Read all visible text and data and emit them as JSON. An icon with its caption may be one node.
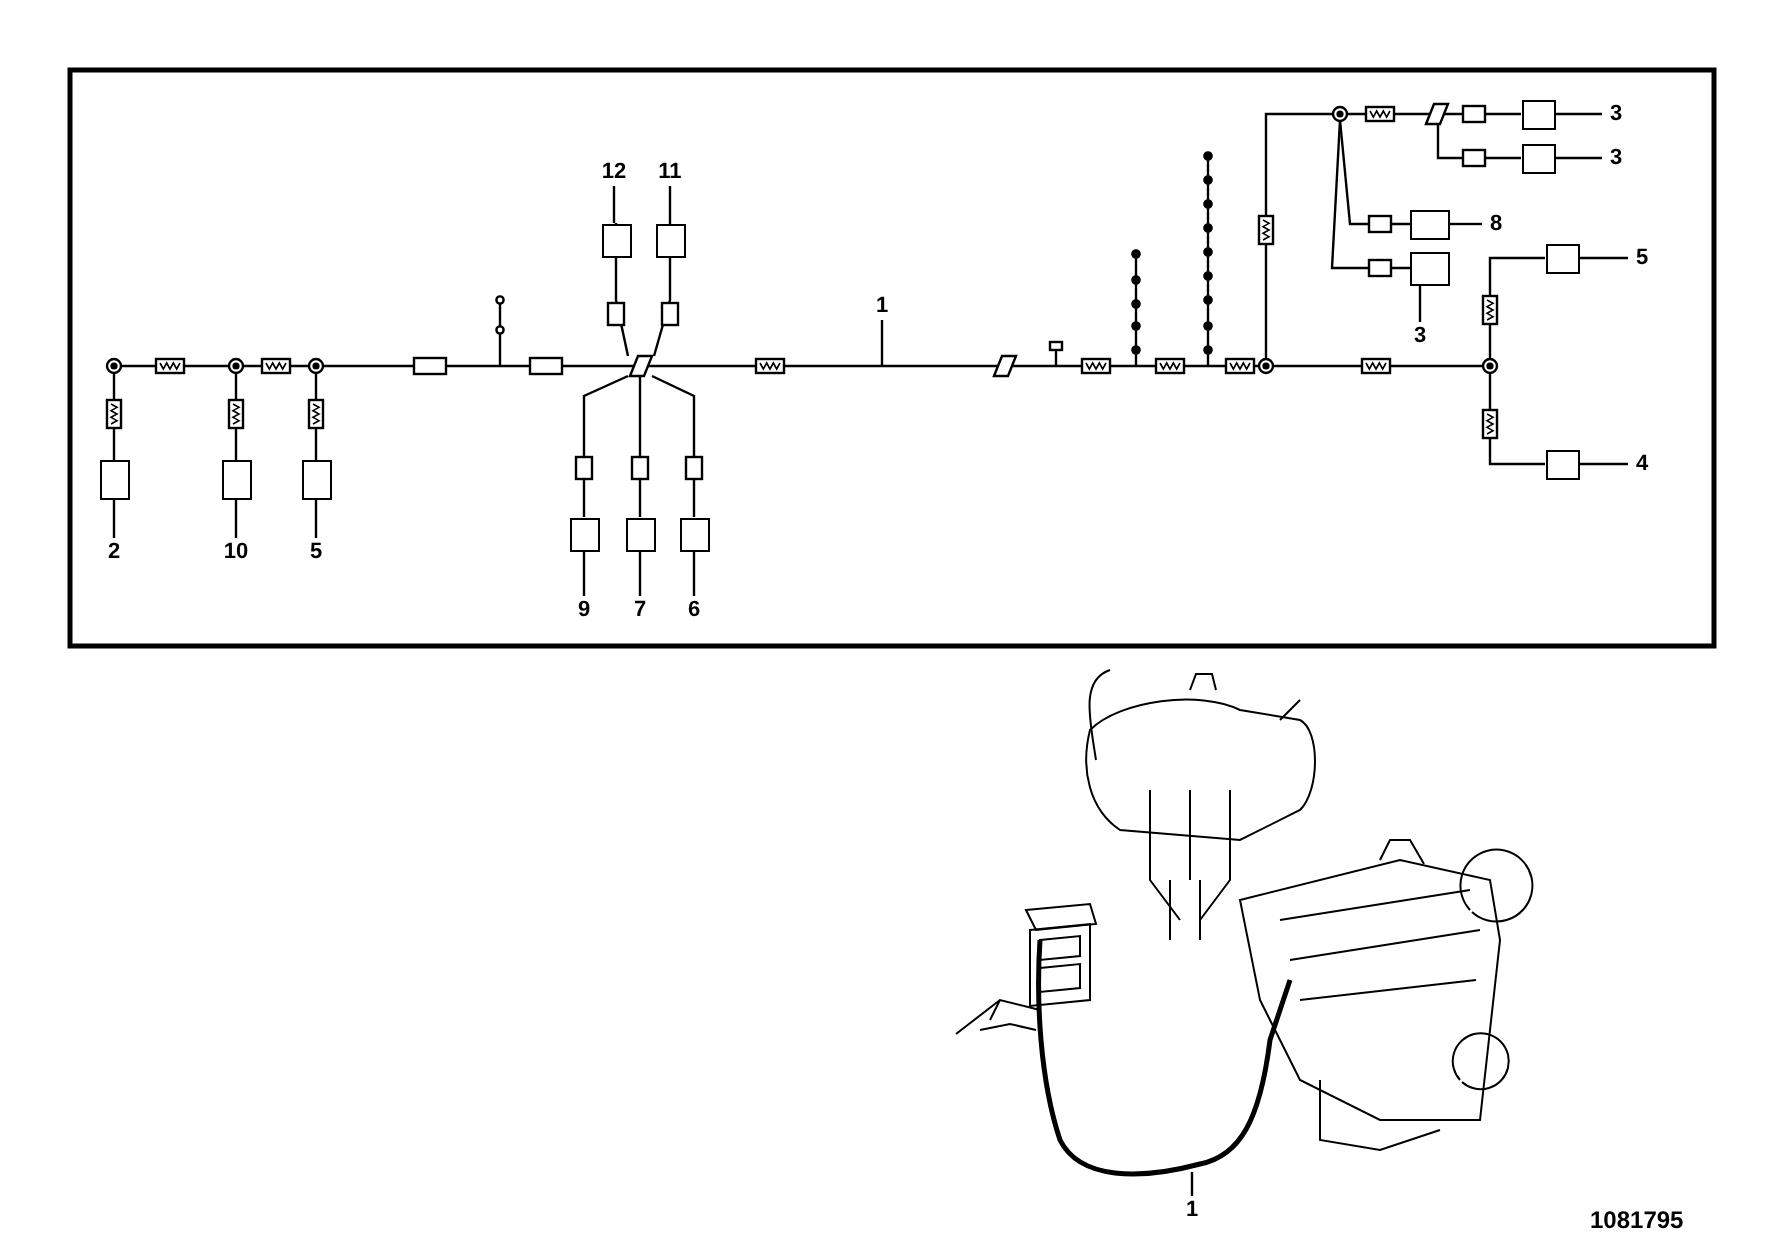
{
  "diagram": {
    "nodes": [
      {
        "text": [
          "3"
        ]
      },
      {
        "text": [
          "3"
        ]
      },
      {
        "text": [
          "12"
        ]
      },
      {
        "text": [
          "11"
        ]
      },
      {
        "text": [
          "8"
        ]
      },
      {
        "text": [
          "5"
        ]
      },
      {
        "text": [
          "1"
        ]
      },
      {
        "text": [
          "3"
        ]
      },
      {
        "text": [
          "4"
        ]
      },
      {
        "text": [
          "2"
        ]
      },
      {
        "text": [
          "10"
        ]
      },
      {
        "text": [
          "5"
        ]
      },
      {
        "text": [
          "9"
        ]
      },
      {
        "text": [
          "7"
        ]
      },
      {
        "text": [
          "6"
        ]
      },
      {
        "text": [
          "1"
        ]
      },
      {
        "text": [],
        "shape": "box"
      },
      {
        "text": [],
        "shape": "box"
      },
      {
        "text": [],
        "shape": "box"
      },
      {
        "text": [],
        "shape": "box"
      },
      {
        "text": [],
        "shape": "box"
      },
      {
        "text": [],
        "shape": "box"
      },
      {
        "text": [],
        "shape": "box"
      },
      {
        "text": [],
        "shape": "box"
      },
      {
        "text": [],
        "shape": "box"
      },
      {
        "text": [],
        "shape": "box"
      },
      {
        "text": [],
        "shape": "box"
      },
      {
        "text": [],
        "shape": "box"
      },
      {
        "text": [],
        "shape": "box"
      },
      {
        "text": [],
        "shape": "box"
      }
    ],
    "edges": [
      {
        "from": 0,
        "to": 26,
        "arrow": "none"
      },
      {
        "from": 1,
        "to": 27,
        "arrow": "none"
      },
      {
        "from": 2,
        "to": 20,
        "arrow": "none"
      },
      {
        "from": 3,
        "to": 22,
        "arrow": "none"
      },
      {
        "from": 4,
        "to": 24,
        "arrow": "none"
      },
      {
        "from": 5,
        "to": 28,
        "arrow": "none"
      },
      {
        "from": 6,
        "to": null,
        "arrow": "none"
      },
      {
        "from": 7,
        "to": 25,
        "arrow": "none"
      },
      {
        "from": 8,
        "to": 29,
        "arrow": "none"
      },
      {
        "from": 9,
        "to": 16,
        "arrow": "none"
      },
      {
        "from": 10,
        "to": 17,
        "arrow": "none"
      },
      {
        "from": 11,
        "to": 18,
        "arrow": "none"
      },
      {
        "from": 12,
        "to": 19,
        "arrow": "none"
      },
      {
        "from": 13,
        "to": 21,
        "arrow": "none"
      },
      {
        "from": 14,
        "to": 23,
        "arrow": "none"
      },
      {
        "from": 15,
        "to": null,
        "arrow": "none"
      }
    ],
    "labels": [
      "1081795"
    ]
  }
}
